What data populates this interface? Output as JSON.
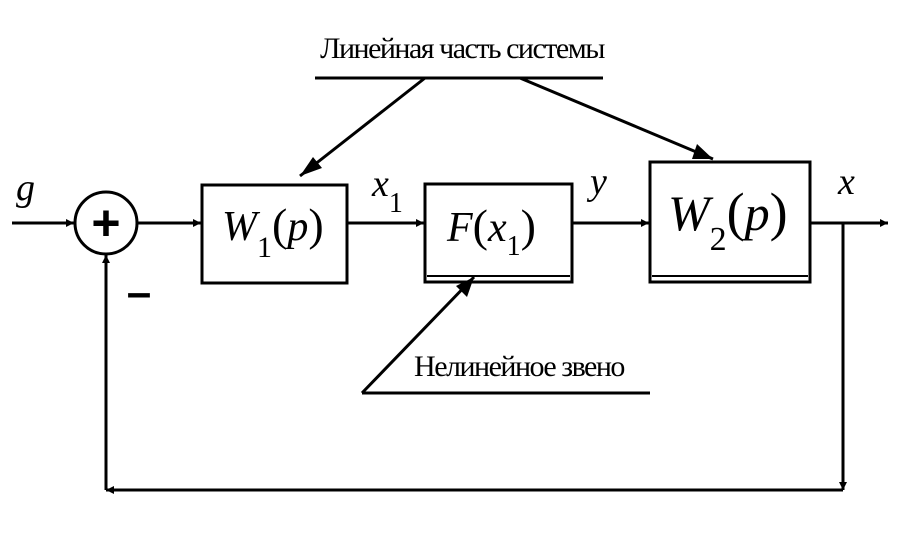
{
  "annotations": {
    "linear_part": "Линейная часть системы",
    "nonlinear_link": "Нелинейное звено"
  },
  "signals": {
    "input": "g",
    "x1_letter": "x",
    "x1_sub": "1",
    "y": "y",
    "output": "x"
  },
  "summing_junction": {
    "plus": "+",
    "minus": "–"
  },
  "blocks": {
    "w1": {
      "letter": "W",
      "sub": "1",
      "open": "(",
      "arg": "p",
      "close": ")"
    },
    "f": {
      "letter": "F",
      "open": "(",
      "arg": "x",
      "arg_sub": "1",
      "close": ")"
    },
    "w2": {
      "letter": "W",
      "sub": "2",
      "open": "(",
      "arg": "p",
      "close": ")"
    }
  }
}
